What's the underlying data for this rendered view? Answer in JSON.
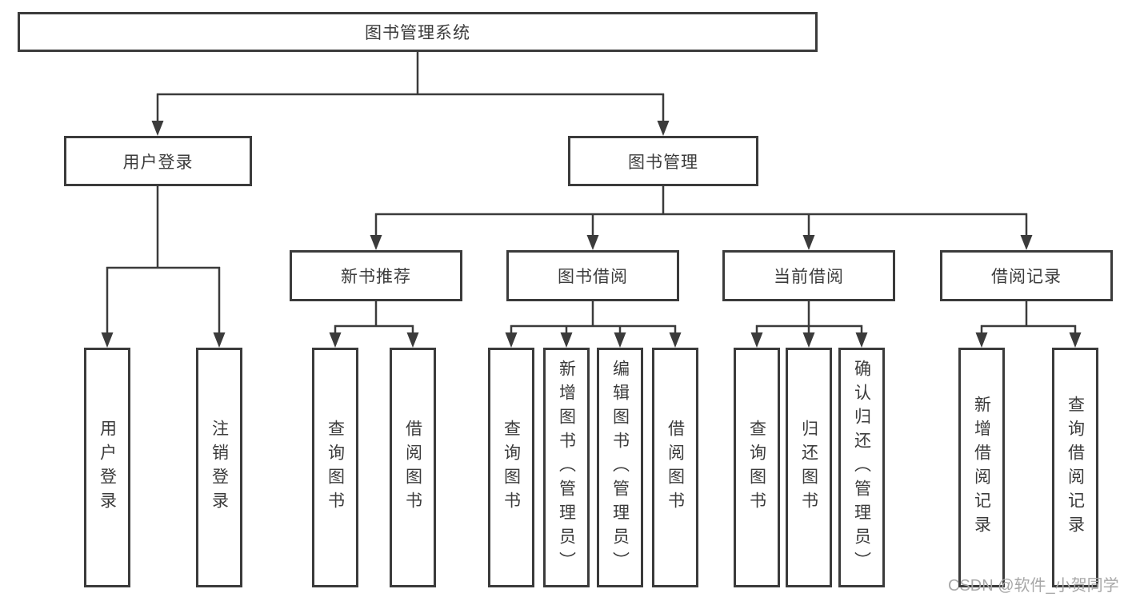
{
  "diagram_title": "图书管理系统",
  "tree": {
    "label": "图书管理系统",
    "children": [
      {
        "label": "用户登录",
        "children": [
          {
            "label": "用户登录"
          },
          {
            "label": "注销登录"
          }
        ]
      },
      {
        "label": "图书管理",
        "children": [
          {
            "label": "新书推荐",
            "children": [
              {
                "label": "查询图书"
              },
              {
                "label": "借阅图书"
              }
            ]
          },
          {
            "label": "图书借阅",
            "children": [
              {
                "label": "查询图书"
              },
              {
                "label": "新增图书（管理员）"
              },
              {
                "label": "编辑图书（管理员）"
              },
              {
                "label": "借阅图书"
              }
            ]
          },
          {
            "label": "当前借阅",
            "children": [
              {
                "label": "查询图书"
              },
              {
                "label": "归还图书"
              },
              {
                "label": "确认归还（管理员）"
              }
            ]
          },
          {
            "label": "借阅记录",
            "children": [
              {
                "label": "新增借阅记录"
              },
              {
                "label": "查询借阅记录"
              }
            ]
          }
        ]
      }
    ]
  },
  "watermark": {
    "text": "CSDN @软件_小贺同学"
  },
  "colors": {
    "line": "#3b3b3b",
    "node_border": "#3b3b3b",
    "node_text": "#3c3c3c",
    "watermark_text": "#a8a8a8",
    "background": "#ffffff"
  }
}
